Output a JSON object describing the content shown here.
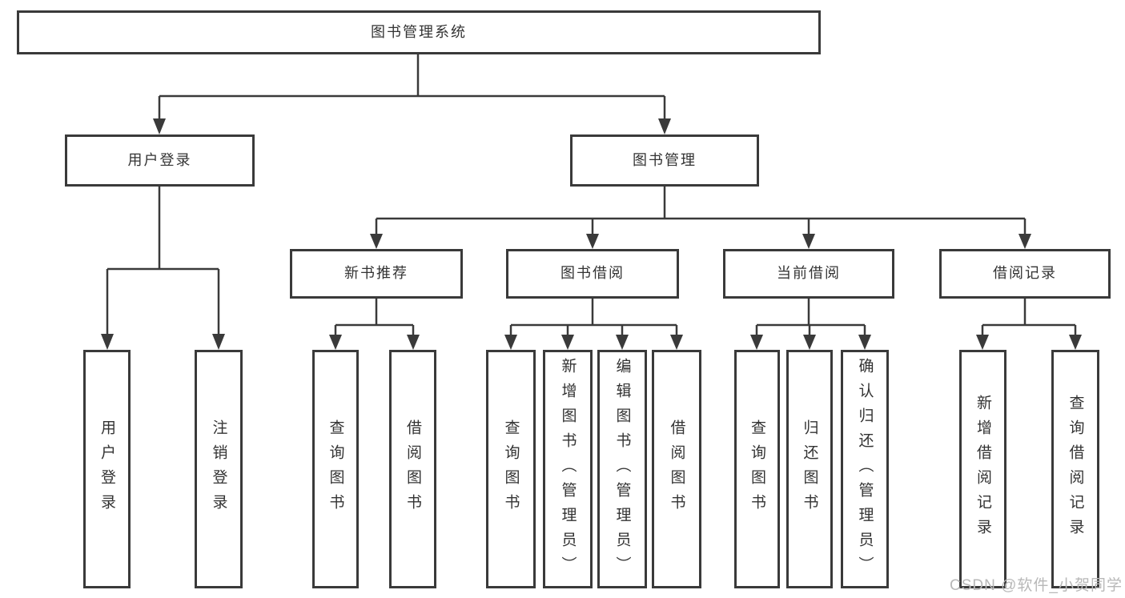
{
  "diagram_title": "图书管理系统",
  "nodes": {
    "root": "图书管理系统",
    "user_login": "用户登录",
    "book_mgmt": "图书管理",
    "new_book_rec": "新书推荐",
    "book_borrow": "图书借阅",
    "current_borrow": "当前借阅",
    "borrow_records": "借阅记录",
    "ul_user_login": "用户登录",
    "ul_logout": "注销登录",
    "nb_query_book": "查询图书",
    "nb_borrow_book": "借阅图书",
    "bb_query_book": "查询图书",
    "bb_add_book": "新增图书（管理员）",
    "bb_edit_book": "编辑图书（管理员）",
    "bb_borrow_book": "借阅图书",
    "cb_query_book": "查询图书",
    "cb_return_book": "归还图书",
    "cb_confirm_return": "确认归还（管理员）",
    "br_add_record": "新增借阅记录",
    "br_query_record": "查询借阅记录"
  },
  "watermark": "CSDN @软件_小贺同学",
  "colors": {
    "line": "#3a3a3a",
    "text": "#333333",
    "watermark": "#b8b8b8",
    "background": "#ffffff"
  }
}
